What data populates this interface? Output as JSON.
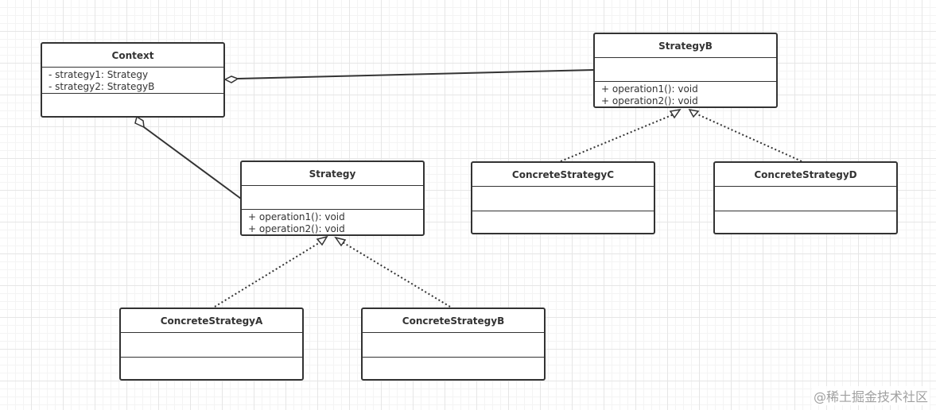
{
  "colors": {
    "background": "#ffffff",
    "grid": "#e6e6e6",
    "stroke": "#333333",
    "watermark": "#a0a0a0"
  },
  "classes": {
    "context": {
      "name": "Context",
      "attributes": [
        "- strategy1: Strategy",
        "- strategy2: StrategyB"
      ],
      "methods": []
    },
    "strategy_b": {
      "name": "StrategyB",
      "attributes": [],
      "methods": [
        "+ operation1(): void",
        "+ operation2(): void"
      ]
    },
    "strategy": {
      "name": "Strategy",
      "attributes": [],
      "methods": [
        "+ operation1(): void",
        "+ operation2(): void"
      ]
    },
    "concrete_c": {
      "name": "ConcreteStrategyC",
      "attributes": [],
      "methods": []
    },
    "concrete_d": {
      "name": "ConcreteStrategyD",
      "attributes": [],
      "methods": []
    },
    "concrete_a": {
      "name": "ConcreteStrategyA",
      "attributes": [],
      "methods": []
    },
    "concrete_b": {
      "name": "ConcreteStrategyB",
      "attributes": [],
      "methods": []
    }
  },
  "relations": [
    {
      "type": "aggregation",
      "whole": "context",
      "part": "strategy_b"
    },
    {
      "type": "aggregation",
      "whole": "context",
      "part": "strategy"
    },
    {
      "type": "realization",
      "from": "concrete_a",
      "to": "strategy"
    },
    {
      "type": "realization",
      "from": "concrete_b",
      "to": "strategy"
    },
    {
      "type": "realization",
      "from": "concrete_c",
      "to": "strategy_b"
    },
    {
      "type": "realization",
      "from": "concrete_d",
      "to": "strategy_b"
    }
  ],
  "watermark": "@稀土掘金技术社区"
}
